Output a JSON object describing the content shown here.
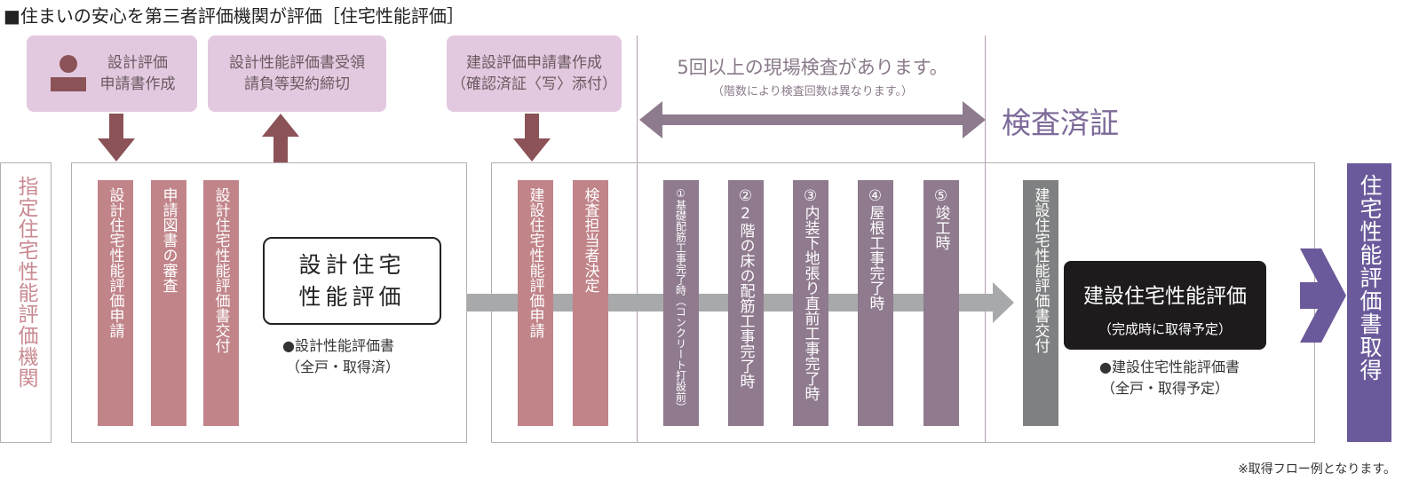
{
  "title": "■住まいの安心を第三者評価機関が評価［住宅性能評価］",
  "top_boxes": [
    {
      "label": "設計評価\n申請書作成",
      "icon": "person-icon"
    },
    {
      "label": "設計性能評価書受領\n請負等契約締切"
    },
    {
      "label": "建設評価申請書作成\n（確認済証〈写〉添付）"
    }
  ],
  "inspection_note": {
    "main": "5回以上の現場検査があります。",
    "sub": "（階数により検査回数は異なります。）"
  },
  "certificate": "検査済証",
  "left_label": "指定住宅性能評価機関",
  "design_steps": [
    "設計住宅性能評価申請",
    "申請図書の審査",
    "設計住宅性能評価書交付"
  ],
  "design_eval": {
    "title": "設計住宅\n性能評価",
    "note": "●設計性能評価書",
    "note_sub": "（全戸・取得済）"
  },
  "construction_steps": [
    "建設住宅性能評価申請",
    "検査担当者決定"
  ],
  "inspections": [
    "①基礎配筋工事完了時（コンクリート打設前）",
    "②2階の床の配筋工事完了時",
    "③内装下地張り直前工事完了時",
    "④屋根工事完了時",
    "⑤竣工時"
  ],
  "issue_step": "建設住宅性能評価書交付",
  "construction_eval": {
    "title": "建設住宅性能評価",
    "sub": "（完成時に取得予定）",
    "note": "●建設住宅性能評価書",
    "note_sub": "（全戸・取得予定）"
  },
  "final": "住宅性能評価書取得",
  "footnote": "※取得フロー例となります。",
  "colors": {
    "pink_box": "#e3c9e0",
    "step_pink": "#c18489",
    "step_purple": "#8f7a8e",
    "final_purple": "#6b5a9b",
    "arrow_brown": "#8b5358"
  }
}
